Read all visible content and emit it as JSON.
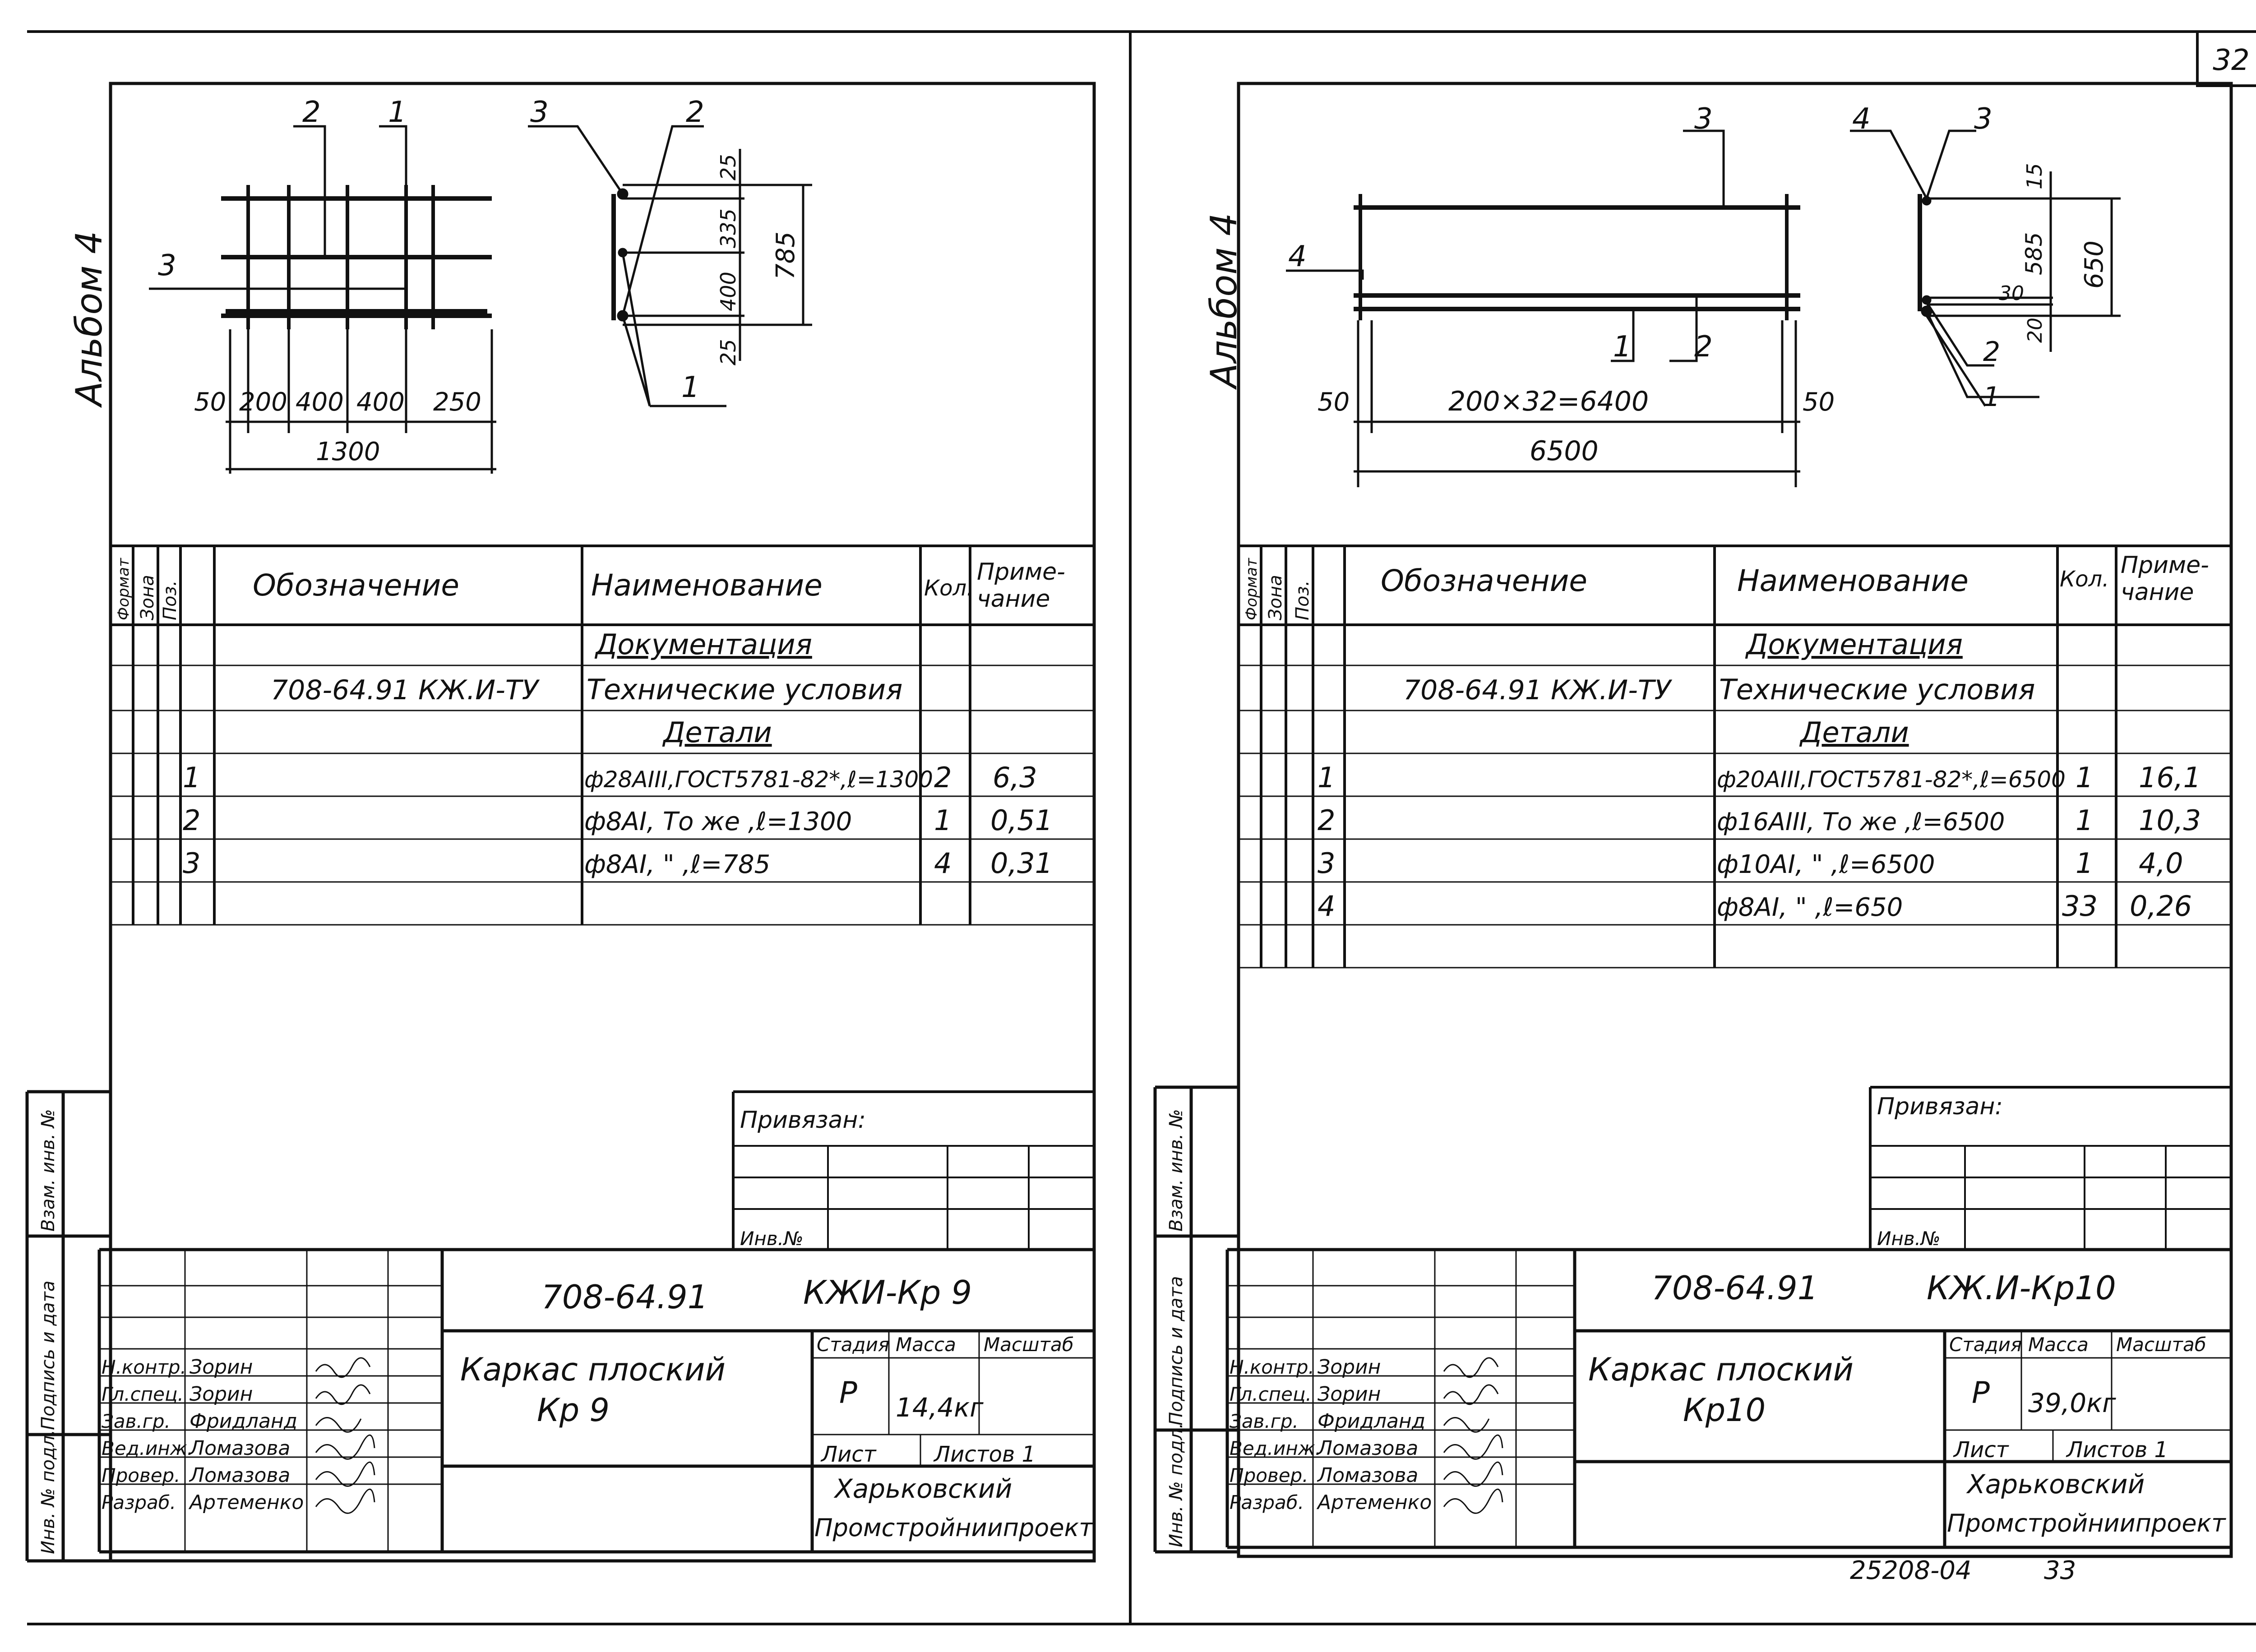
{
  "page_number": "32",
  "footer_code": "25208-04",
  "footer_page": "33",
  "headers": {
    "format": "Формат",
    "zone": "Зона",
    "pos": "Поз.",
    "designation": "Обозначение",
    "name": "Наименование",
    "qty": "Кол.",
    "note_1": "Приме-",
    "note_2": "чание"
  },
  "stamp_labels": {
    "privyazan": "Привязан:",
    "inv": "Инв.№",
    "stage": "Стадия",
    "mass": "Масса",
    "scale": "Масштаб",
    "sheet": "Лист",
    "sheets": "Листов 1",
    "org_1": "Харьковский",
    "org_2": "Промстройниипроект"
  },
  "side_labels": {
    "vzam": "Взам. инв. №",
    "podpis": "Подпись и дата",
    "inv_podl": "Инв. № подл."
  },
  "signatories": [
    {
      "role": "Н.контр.",
      "name": "Зорин"
    },
    {
      "role": "Гл.спец.",
      "name": "Зорин"
    },
    {
      "role": "Зав.гр.",
      "name": "Фридланд"
    },
    {
      "role": "Вед.инж.",
      "name": "Ломазова"
    },
    {
      "role": "Провер.",
      "name": "Ломазова"
    },
    {
      "role": "Разраб.",
      "name": "Артеменко"
    }
  ],
  "sheets": [
    {
      "album": "Альбом 4",
      "dims": {
        "label_1": "1",
        "label_2": "2",
        "label_3": "3",
        "d50": "50",
        "d200": "200",
        "d400a": "400",
        "d400b": "400",
        "d250": "250",
        "d1300": "1300",
        "s25a": "25",
        "s335": "335",
        "s400": "400",
        "s25b": "25",
        "s785": "785",
        "side_1": "1",
        "side_2": "2",
        "side_3": "3"
      },
      "doc_section": "Документация",
      "tu_code": "708-64.91 КЖ.И-ТУ",
      "tu_name": "Технические условия",
      "details_section": "Детали",
      "rows": [
        {
          "pos": "1",
          "name": "ф28АIII,ГОСТ5781-82*,ℓ=1300",
          "qty": "2",
          "note": "6,3"
        },
        {
          "pos": "2",
          "name": "ф8АI, То же ,ℓ=1300",
          "qty": "1",
          "note": "0,51"
        },
        {
          "pos": "3",
          "name": "ф8АI, \" ,ℓ=785",
          "qty": "4",
          "note": "0,31"
        }
      ],
      "project_code": "708-64.91",
      "mark": "КЖИ-Кр 9",
      "title_1": "Каркас плоский",
      "title_2": "Кр 9",
      "stage_value": "Р",
      "mass_value": "14,4кг"
    },
    {
      "album": "Альбом 4",
      "dims": {
        "label_1": "1",
        "label_2": "2",
        "label_3": "3",
        "label_4": "4",
        "d50a": "50",
        "d6400": "200×32=6400",
        "d50b": "50",
        "d6500": "6500",
        "s15": "15",
        "s585": "585",
        "s30": "30",
        "s20": "20",
        "s650": "650",
        "side_1": "1",
        "side_2": "2",
        "side_3": "3",
        "side_4": "4"
      },
      "doc_section": "Документация",
      "tu_code": "708-64.91 КЖ.И-ТУ",
      "tu_name": "Технические условия",
      "details_section": "Детали",
      "rows": [
        {
          "pos": "1",
          "name": "ф20АIII,ГОСТ5781-82*,ℓ=6500",
          "qty": "1",
          "note": "16,1"
        },
        {
          "pos": "2",
          "name": "ф16АIII, То же ,ℓ=6500",
          "qty": "1",
          "note": "10,3"
        },
        {
          "pos": "3",
          "name": "ф10АI, \" ,ℓ=6500",
          "qty": "1",
          "note": "4,0"
        },
        {
          "pos": "4",
          "name": "ф8АI, \" ,ℓ=650",
          "qty": "33",
          "note": "0,26"
        }
      ],
      "project_code": "708-64.91",
      "mark": "КЖ.И-Кр10",
      "title_1": "Каркас плоский",
      "title_2": "Кр10",
      "stage_value": "Р",
      "mass_value": "39,0кг"
    }
  ]
}
